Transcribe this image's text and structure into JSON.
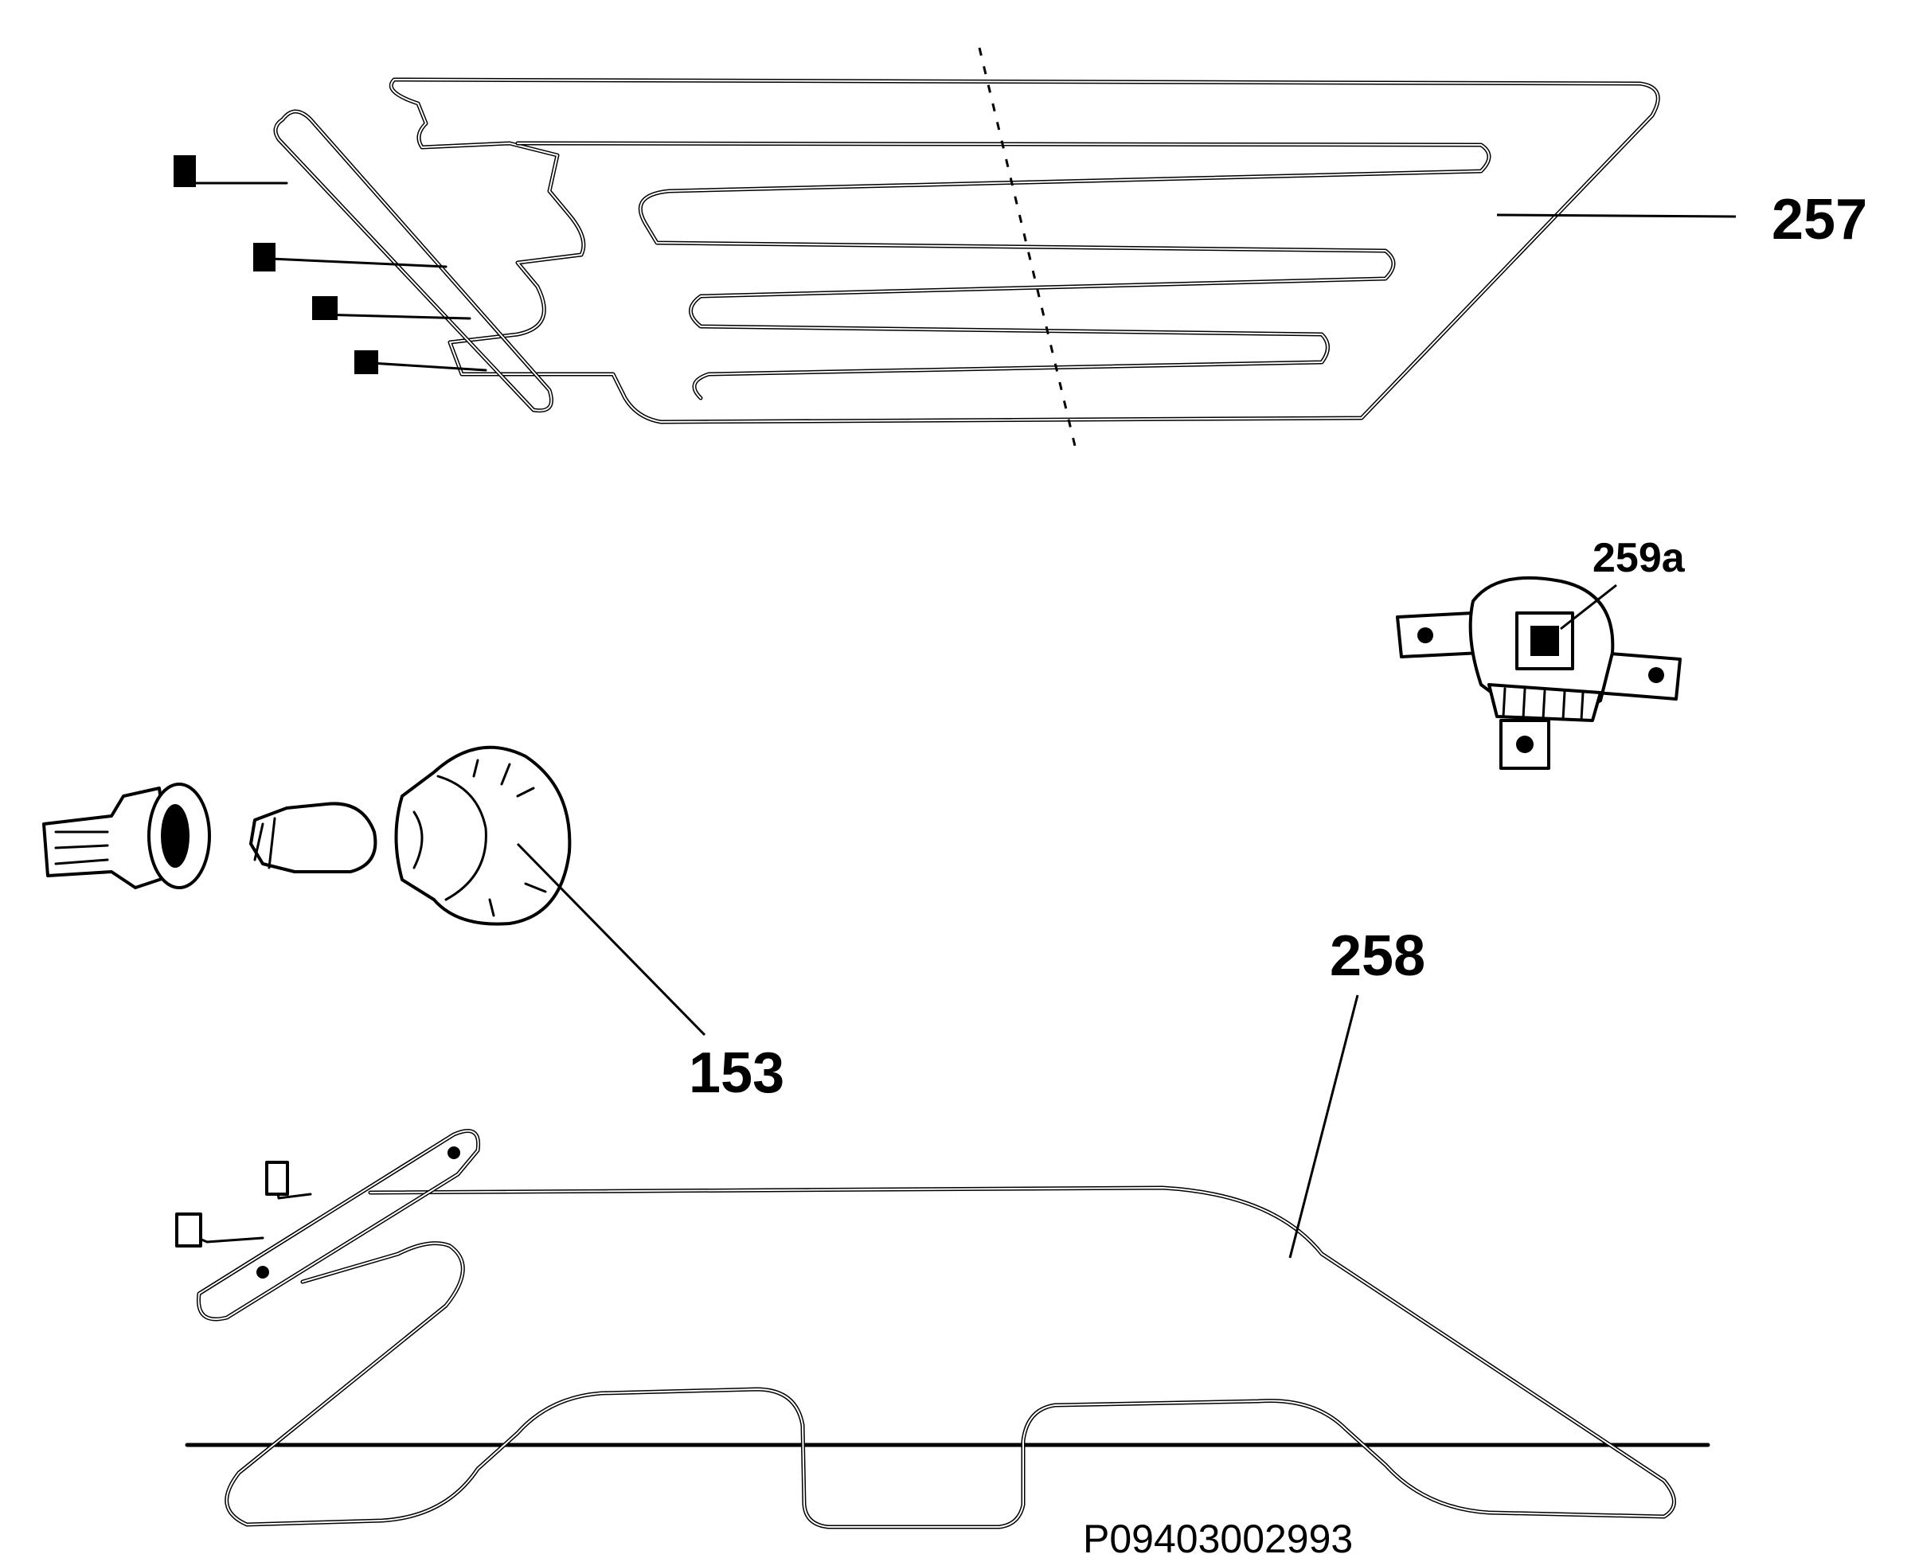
{
  "labels": {
    "grill_element": "257",
    "thermostat": "259a",
    "lamp": "153",
    "bottom_element": "258"
  },
  "reference_code": "P09403002993",
  "colors": {
    "line": "#000000",
    "background": "#ffffff"
  }
}
